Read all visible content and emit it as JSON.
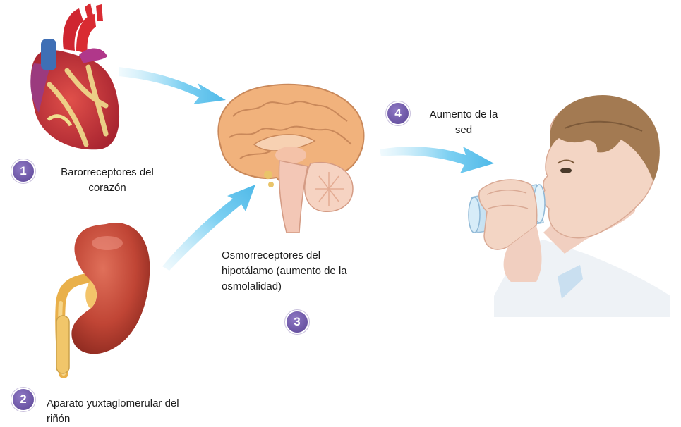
{
  "steps": [
    {
      "number": "1",
      "label_lines": [
        "Barorreceptores  del",
        "corazón"
      ]
    },
    {
      "number": "2",
      "label_lines": [
        "Aparato yuxtaglomerular del",
        "riñón"
      ]
    },
    {
      "number": "3",
      "label_lines": [
        "Osmorreceptores  del",
        "hipotálamo (aumento de la",
        "osmolalidad)"
      ]
    },
    {
      "number": "4",
      "label_lines": [
        "Aumento de la",
        "sed"
      ]
    }
  ],
  "colors": {
    "badge": "#6a54a3",
    "arrow": "#5fc2ec",
    "heart": "#c0303a",
    "kidney": "#b23a2c",
    "brain": "#f2b98a",
    "skin": "#f3d5c4",
    "hair": "#a37a52"
  },
  "icons": [
    "heart-illustration",
    "kidney-illustration",
    "brain-illustration",
    "person-drinking-illustration",
    "arrow-icon"
  ]
}
